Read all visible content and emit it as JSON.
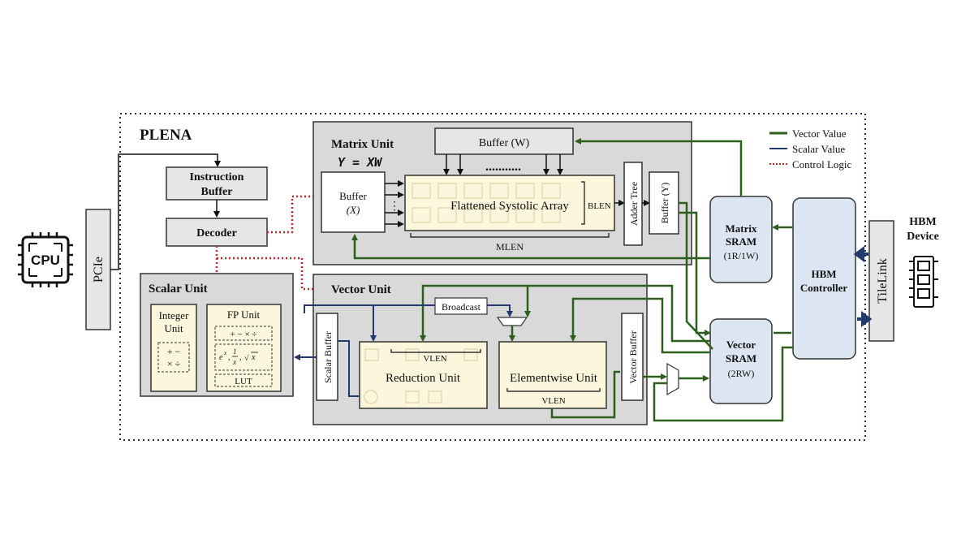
{
  "title": "PLENA",
  "legend": [
    {
      "label": "Vector Value",
      "color": "#2e5e1e",
      "style": "solid"
    },
    {
      "label": "Scalar Value",
      "color": "#1f3a6b",
      "style": "solid"
    },
    {
      "label": "Control Logic",
      "color": "#c0262d",
      "style": "dotted"
    }
  ],
  "colors": {
    "vector": "#2e5e1e",
    "scalar": "#1f3a6b",
    "control": "#c0262d",
    "sram_fill": "#dce6f2",
    "unit_fill": "#d9d9d9",
    "cream": "#fbf6dc"
  },
  "external": {
    "cpu": "CPU",
    "pcie": "PCIe",
    "tilelink": "TileLink",
    "hbm_device_line1": "HBM",
    "hbm_device_line2": "Device"
  },
  "control": {
    "instruction_buffer_line1": "Instruction",
    "instruction_buffer_line2": "Buffer",
    "decoder": "Decoder"
  },
  "matrix_unit": {
    "title": "Matrix Unit",
    "equation": "Y = XW",
    "buffer_w": "Buffer (W)",
    "buffer_x_line1": "Buffer",
    "buffer_x_line2": "(X)",
    "systolic": "Flattened Systolic Array",
    "blen": "BLEN",
    "mlen": "MLEN",
    "adder_tree": "Adder Tree",
    "buffer_y": "Buffer (Y)",
    "dots": "..........."
  },
  "vector_unit": {
    "title": "Vector Unit",
    "broadcast": "Broadcast",
    "reduction": "Reduction Unit",
    "elementwise": "Elementwise Unit",
    "vlen_reduction": "VLEN",
    "vlen_elementwise": "VLEN",
    "vector_buffer": "Vector Buffer",
    "scalar_buffer": "Scalar Buffer"
  },
  "scalar_unit": {
    "title": "Scalar Unit",
    "integer_line1": "Integer",
    "integer_line2": "Unit",
    "int_ops_line1": "+ −",
    "int_ops_line2": "× ÷",
    "fp_unit": "FP Unit",
    "fp_ops": "+ − × ÷",
    "lut": "LUT"
  },
  "memory": {
    "matrix_sram_line1": "Matrix",
    "matrix_sram_line2": "SRAM",
    "matrix_sram_line3": "(1R/1W)",
    "vector_sram_line1": "Vector",
    "vector_sram_line2": "SRAM",
    "vector_sram_line3": "(2RW)",
    "hbm_controller_line1": "HBM",
    "hbm_controller_line2": "Controller"
  }
}
